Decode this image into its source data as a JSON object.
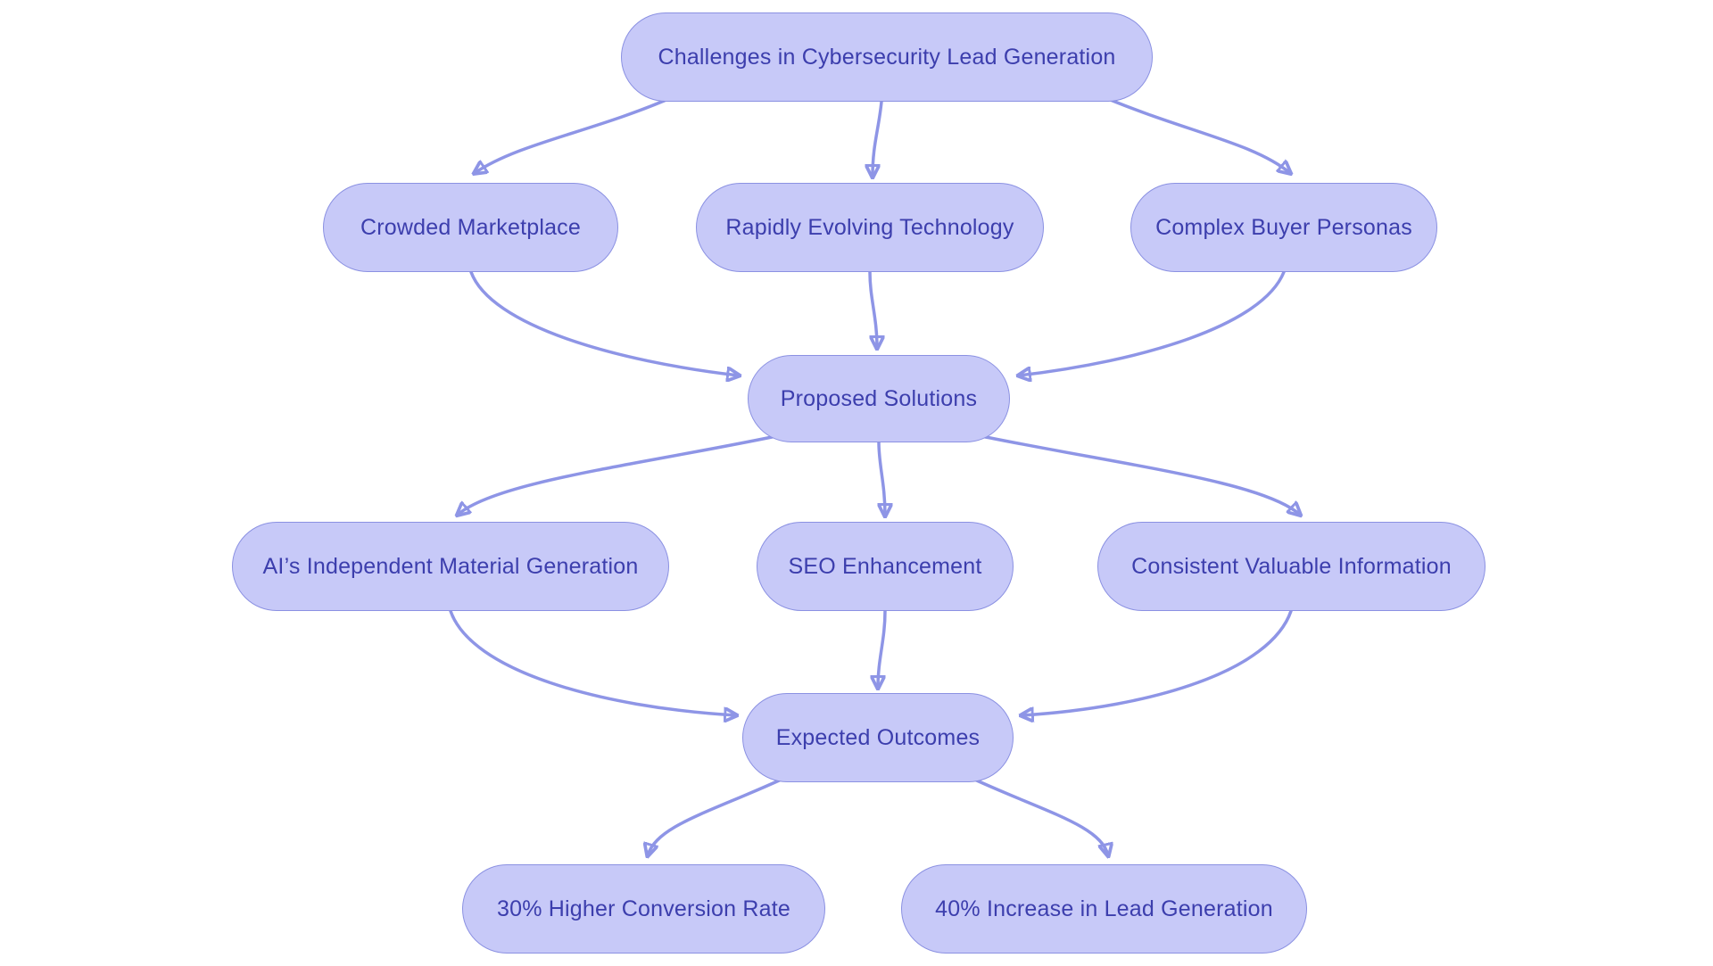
{
  "diagram": {
    "type": "flowchart",
    "direction": "top-down",
    "colors": {
      "background": "#ffffff",
      "node_fill": "#c7c9f8",
      "node_border": "#8b91e2",
      "node_text": "#3c3ead",
      "edge": "#8e95e6"
    },
    "nodes": {
      "challenges": {
        "label": "Challenges in Cybersecurity Lead Generation"
      },
      "crowded": {
        "label": "Crowded Marketplace"
      },
      "rapidly": {
        "label": "Rapidly Evolving Technology"
      },
      "complex": {
        "label": "Complex Buyer Personas"
      },
      "proposed": {
        "label": "Proposed Solutions"
      },
      "ai": {
        "label": "AI’s Independent Material Generation"
      },
      "seo": {
        "label": "SEO Enhancement"
      },
      "consistent": {
        "label": "Consistent Valuable Information"
      },
      "expected": {
        "label": "Expected Outcomes"
      },
      "conv30": {
        "label": "30% Higher Conversion Rate"
      },
      "lead40": {
        "label": "40% Increase in Lead Generation"
      }
    },
    "edges": [
      {
        "from": "challenges",
        "to": "crowded"
      },
      {
        "from": "challenges",
        "to": "rapidly"
      },
      {
        "from": "challenges",
        "to": "complex"
      },
      {
        "from": "crowded",
        "to": "proposed"
      },
      {
        "from": "rapidly",
        "to": "proposed"
      },
      {
        "from": "complex",
        "to": "proposed"
      },
      {
        "from": "proposed",
        "to": "ai"
      },
      {
        "from": "proposed",
        "to": "seo"
      },
      {
        "from": "proposed",
        "to": "consistent"
      },
      {
        "from": "ai",
        "to": "expected"
      },
      {
        "from": "seo",
        "to": "expected"
      },
      {
        "from": "consistent",
        "to": "expected"
      },
      {
        "from": "expected",
        "to": "conv30"
      },
      {
        "from": "expected",
        "to": "lead40"
      }
    ]
  }
}
